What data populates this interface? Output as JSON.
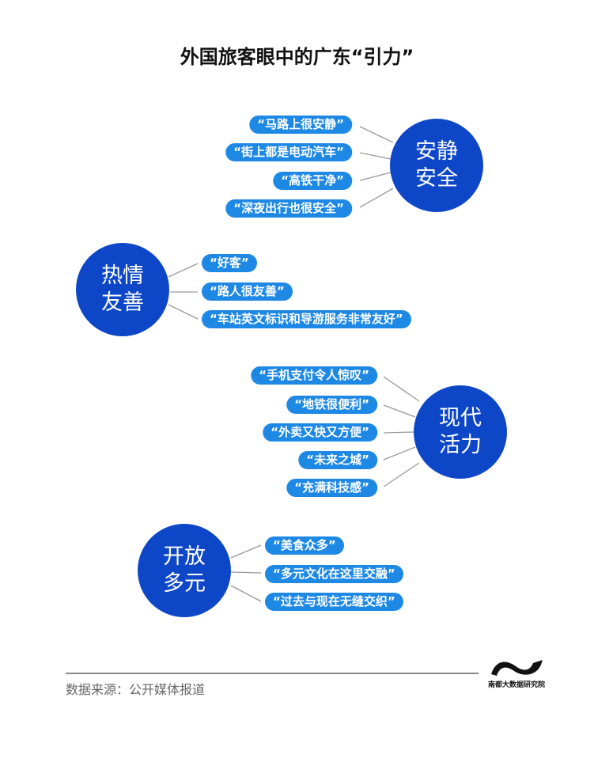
{
  "title": "外国旅客眼中的广东“引力”",
  "groups": [
    {
      "name": [
        "安静",
        "安全"
      ],
      "items": [
        "“马路上很安静”",
        "“街上都是电动汽车”",
        "“高铁干净”",
        "“深夜出行也很安全”"
      ]
    },
    {
      "name": [
        "热情",
        "友善"
      ],
      "items": [
        "“好客”",
        "“路人很友善”",
        "“车站英文标识和导游服务非常友好”"
      ]
    },
    {
      "name": [
        "现代",
        "活力"
      ],
      "items": [
        "“手机支付令人惊叹”",
        "“地铁很便利”",
        "“外卖又快又方便”",
        "“未来之城”",
        "“充满科技感”"
      ]
    },
    {
      "name": [
        "开放",
        "多元"
      ],
      "items": [
        "“美食众多”",
        "“多元文化在这里交融”",
        "“过去与现在无缝交织”"
      ]
    }
  ],
  "footer": {
    "source": "数据来源：公开媒体报道",
    "logo_text": "南都大数据研究院"
  },
  "colors": {
    "pill": "#1e88e5",
    "circle": "#0d47c8"
  }
}
